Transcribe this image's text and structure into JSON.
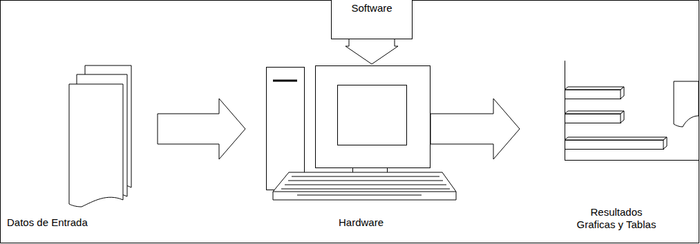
{
  "diagram": {
    "nodes": [
      {
        "text": [
          "Datos de Entrada"
        ]
      },
      {
        "text": [
          "Software"
        ]
      },
      {
        "text": [
          "Hardware"
        ]
      },
      {
        "text": [
          "Resultados Graficas y Tablas"
        ]
      }
    ],
    "edges": [
      {
        "from": 0,
        "to": 2,
        "arrow": "to"
      },
      {
        "from": 1,
        "to": 2,
        "arrow": "to"
      },
      {
        "from": 2,
        "to": 3,
        "arrow": "to"
      }
    ]
  }
}
